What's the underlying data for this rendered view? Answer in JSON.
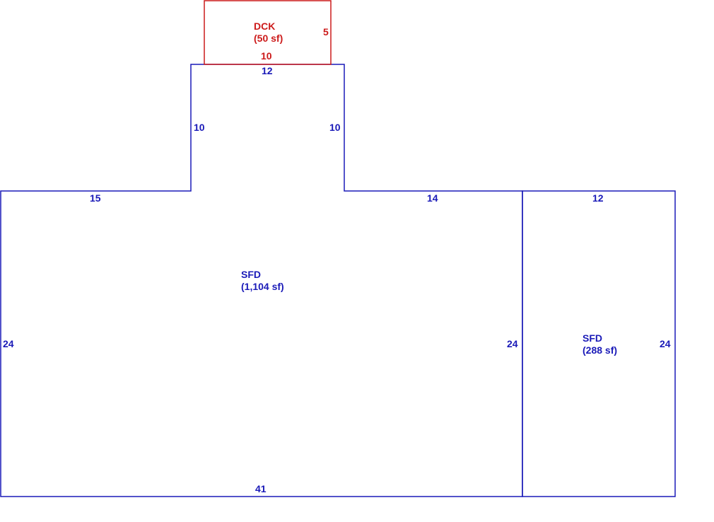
{
  "colors": {
    "dwelling": "#1a1ab8",
    "deck": "#cc1a1a"
  },
  "deck": {
    "name": "DCK",
    "area": "(50 sf)",
    "dims": {
      "top": "10",
      "side": "5"
    }
  },
  "main_sfd": {
    "name": "SFD",
    "area": "(1,104 sf)",
    "dims": {
      "top_bump": "12",
      "bump_left": "10",
      "bump_right": "10",
      "top_left": "15",
      "top_right": "14",
      "left": "24",
      "right": "24",
      "bottom": "41"
    }
  },
  "side_sfd": {
    "name": "SFD",
    "area": "(288 sf)",
    "dims": {
      "top": "12",
      "right": "24"
    }
  }
}
